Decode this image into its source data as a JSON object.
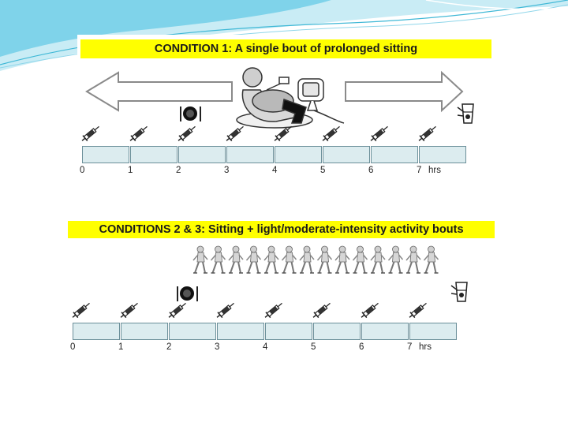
{
  "condition1": {
    "title": "CONDITION 1: A single bout of prolonged sitting",
    "hour_labels": [
      "0",
      "1",
      "2",
      "3",
      "4",
      "5",
      "6",
      "7"
    ],
    "unit": "hrs",
    "blood_sample_hours": [
      0,
      1,
      2,
      3,
      4,
      5,
      6,
      7
    ],
    "meal_hours": [
      2
    ],
    "segments": 8
  },
  "condition2": {
    "title": "CONDITIONS 2 & 3: Sitting + light/moderate-intensity activity bouts",
    "hour_labels": [
      "0",
      "1",
      "2",
      "3",
      "4",
      "5",
      "6",
      "7"
    ],
    "unit": "hrs",
    "blood_sample_hours": [
      0,
      1,
      2,
      3,
      4,
      5,
      6,
      7
    ],
    "meal_hours": [
      2
    ],
    "activity_bouts": 14,
    "segments": 8
  },
  "icons": {
    "sample": "syringe-icon",
    "meal": "plate-icon",
    "sitting": "sitting-person-icon",
    "activity": "walking-person-icon",
    "end": "drink-icon"
  },
  "colors": {
    "banner": "#ffff00",
    "segment": "#dcecef",
    "accent": "#3fb8d6"
  }
}
